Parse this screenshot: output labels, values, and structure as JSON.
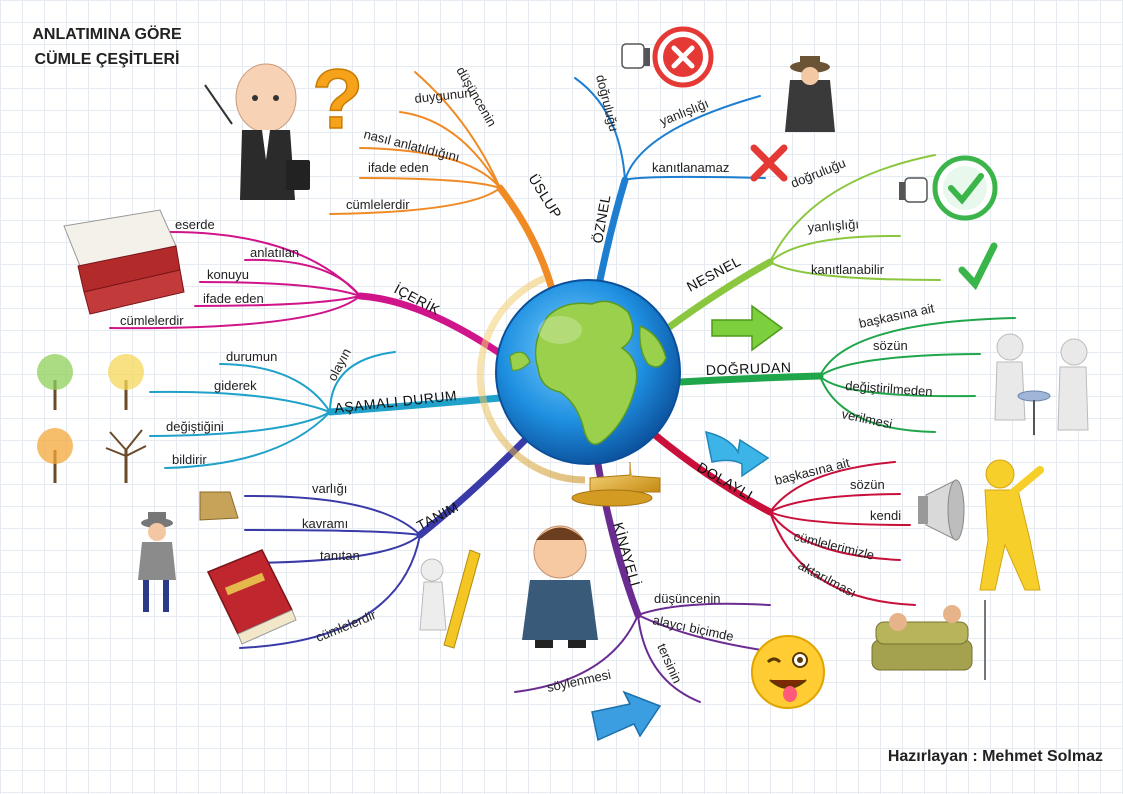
{
  "title_lines": [
    "ANLATIMINA GÖRE",
    "CÜMLE ÇEŞİTLERİ"
  ],
  "author": "Hazırlayan : Mehmet Solmaz",
  "colors": {
    "uslup": "#f08a24",
    "oznel": "#1e7fd0",
    "nesnel": "#8bc63f",
    "dogrudan": "#1fa54a",
    "dolayli": "#c8103a",
    "kinayeli": "#6b2c91",
    "tanim": "#3a3aa8",
    "asamali": "#1fa1c9",
    "icerik": "#d0148a"
  },
  "branches": {
    "uslup": {
      "label": "ÜSLUP",
      "leaves": [
        "düşüncenin",
        "duygunun",
        "nasıl anlatıldığını",
        "ifade eden",
        "cümlelerdir"
      ]
    },
    "oznel": {
      "label": "ÖZNEL",
      "leaves": [
        "doğruluğu",
        "yanlışlığı",
        "kanıtlanamaz"
      ]
    },
    "nesnel": {
      "label": "NESNEL",
      "leaves": [
        "doğruluğu",
        "yanlışlığı",
        "kanıtlanabilir"
      ]
    },
    "dogrudan": {
      "label": "DOĞRUDAN",
      "leaves": [
        "başkasına ait",
        "sözün",
        "değiştirilmeden",
        "verilmesi"
      ]
    },
    "dolayli": {
      "label": "DOLAYLI",
      "leaves": [
        "başkasına ait",
        "sözün",
        "kendi",
        "cümlelerimizle",
        "aktarılması"
      ]
    },
    "kinayeli": {
      "label": "KİNAYELİ",
      "leaves": [
        "düşüncenin",
        "alaycı biçimde",
        "tersinin",
        "söylenmesi"
      ]
    },
    "tanim": {
      "label": "TANIM",
      "leaves": [
        "varlığı",
        "kavramı",
        "tanıtan",
        "cümlelerdir"
      ]
    },
    "asamali": {
      "label": "AŞAMALI DURUM",
      "leaves": [
        "olayın",
        "durumun",
        "giderek",
        "değiştiğini",
        "bildirir"
      ]
    },
    "icerik": {
      "label": "İÇERİK",
      "leaves": [
        "eserde",
        "anlatılan",
        "konuyu",
        "ifade eden",
        "cümlelerdir"
      ]
    }
  },
  "icons": [
    "boss-baby-icon",
    "question-mark-icon",
    "thumbs-down-icon",
    "red-x-circle-icon",
    "detective-icon",
    "red-x-icon",
    "thumbs-up-icon",
    "green-check-circle-icon",
    "green-check-icon",
    "green-arrow-icon",
    "meeting-figures-icon",
    "blue-arrow-icon",
    "megaphone-icon",
    "yellow-figure-icon",
    "couch-people-icon",
    "winking-emoji-icon",
    "blue-cursor-arrow-icon",
    "thinking-man-icon",
    "pencil-figure-icon",
    "dictionary-icon",
    "inspector-icon",
    "seasons-trees-icon",
    "books-icon",
    "globe-icon"
  ]
}
